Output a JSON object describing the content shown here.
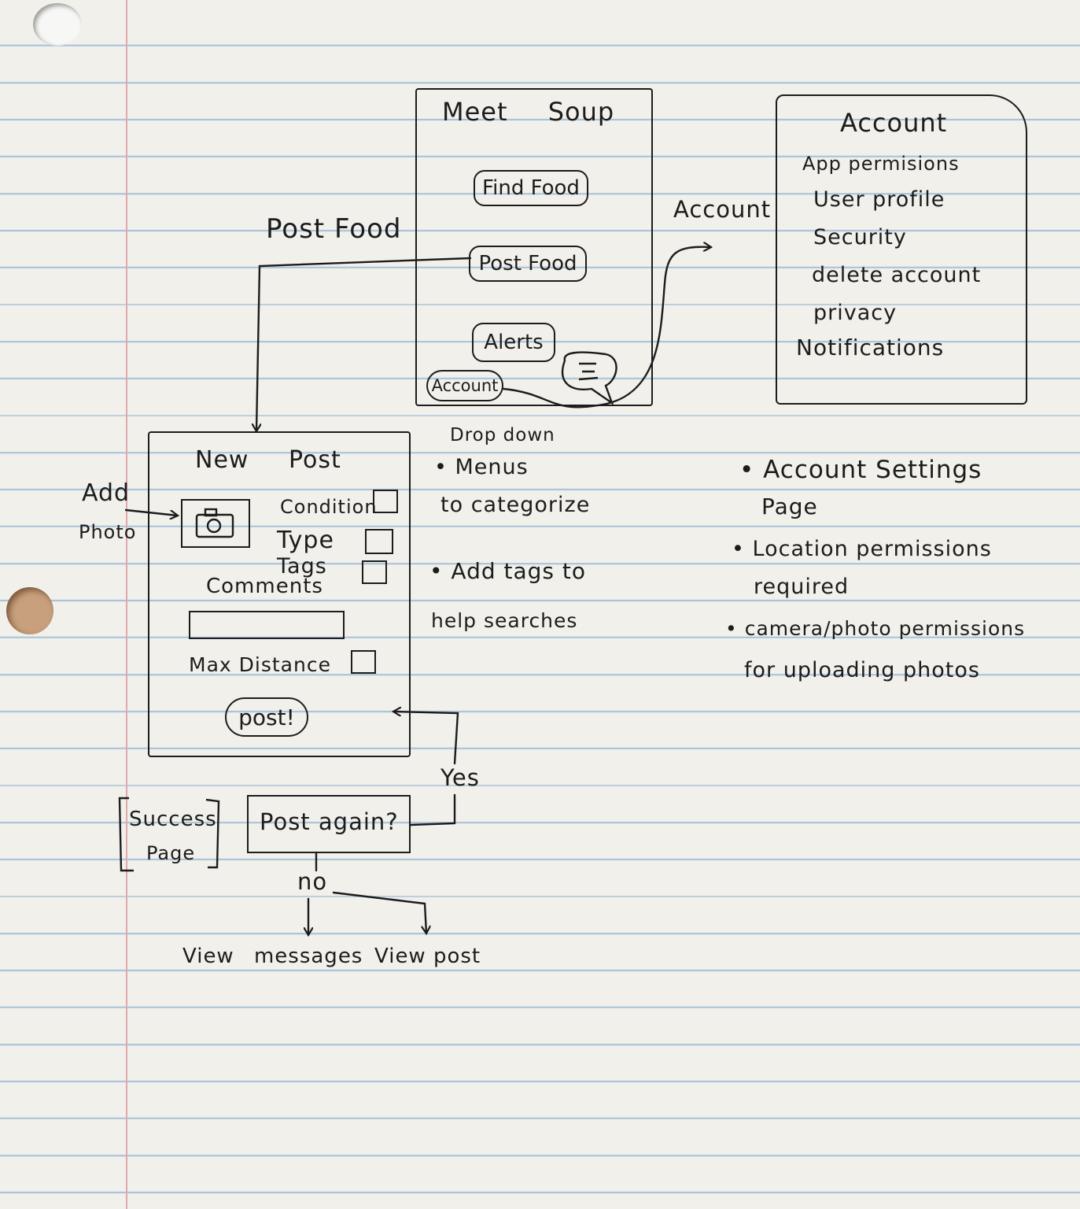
{
  "main_screen": {
    "title": "Meet Soup",
    "find_food_button": "Find Food",
    "post_food_button": "Post Food",
    "alerts_button": "Alerts",
    "account_button": "Account"
  },
  "account_screen": {
    "title": "Account",
    "items": [
      "App permisions",
      "User profile",
      "Security",
      "delete account",
      "privacy",
      "Notifications"
    ]
  },
  "new_post_screen": {
    "title": "New Post",
    "condition_label": "Condition",
    "type_label": "Type",
    "tags_label": "Tags",
    "comments_label": "Comments",
    "max_distance_label": "Max Distance",
    "post_button": "post!"
  },
  "flow_labels": {
    "post_food": "Post Food",
    "account": "Account",
    "add": "Add",
    "photo": "Photo",
    "yes": "Yes",
    "no": "no",
    "post_again": "Post again?",
    "success": "Success",
    "page": "Page",
    "view_messages": "View messages",
    "view_post": "View post"
  },
  "notes_middle": {
    "drop_down": "Drop down",
    "menus": "• Menus",
    "to_categorize": "to categorize",
    "add_tags": "• Add tags to",
    "help_searches": "help searches"
  },
  "notes_right": {
    "line1": "• Account Settings",
    "line2": "Page",
    "line3": "• Location permissions",
    "line4": "required",
    "line5": "• camera/photo permissions",
    "line6": "for uploading photos"
  },
  "colors": {
    "ink": "#1c1c1c",
    "paper": "#f1f0eb",
    "rule_line": "#a9c3d9",
    "margin_line": "#e3a7ae"
  }
}
